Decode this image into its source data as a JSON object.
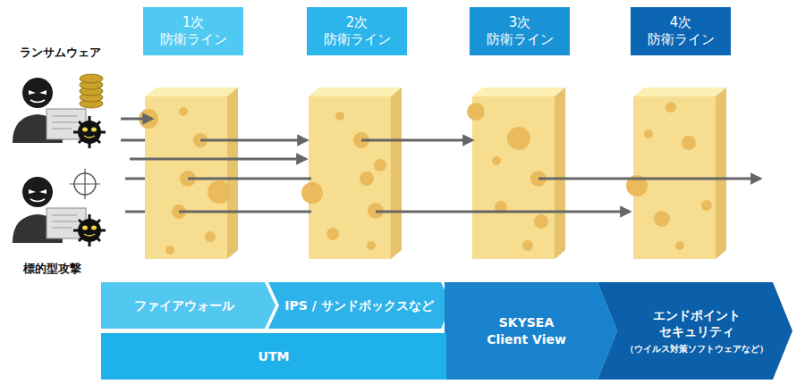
{
  "diagram": {
    "nodes": [
      {
        "text": [
          "1次 防衛ライン"
        ]
      },
      {
        "text": [
          "2次 防衛ライン"
        ]
      },
      {
        "text": [
          "3次 防衛ライン"
        ]
      },
      {
        "text": [
          "4次 防衛ライン"
        ]
      },
      {
        "text": [
          "ファイアウォール"
        ]
      },
      {
        "text": [
          "IPS / サンドボックスなど"
        ]
      },
      {
        "text": [
          "SKYSEA Client View"
        ]
      },
      {
        "text": [
          "エンドポイント セキュリティ",
          "（ウイルス対策ソフトウェアなど）"
        ]
      },
      {
        "text": [
          "UTM"
        ]
      }
    ],
    "labels": [
      "ランサムウェア",
      "標的型攻撃"
    ]
  }
}
